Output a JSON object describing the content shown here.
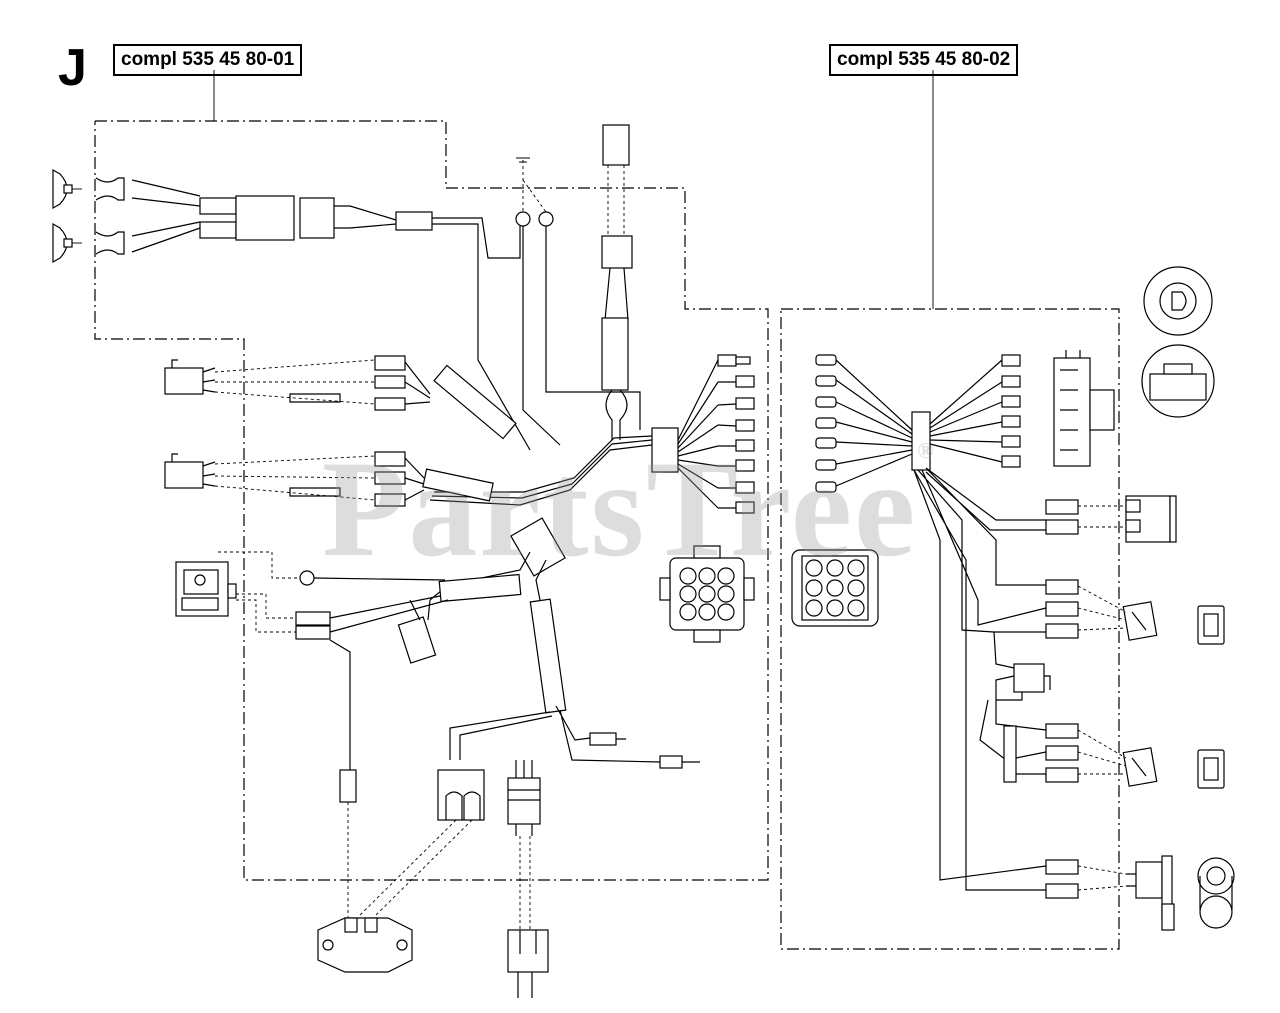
{
  "diagram": {
    "section_letter": "J",
    "assembly_left": "compl 535 45 80-01",
    "assembly_right": "compl 535 45 80-02",
    "watermark": "PartsTree",
    "watermark_mark": "®",
    "colors": {
      "line": "#000000",
      "background": "#ffffff",
      "watermark": "#969696"
    }
  }
}
